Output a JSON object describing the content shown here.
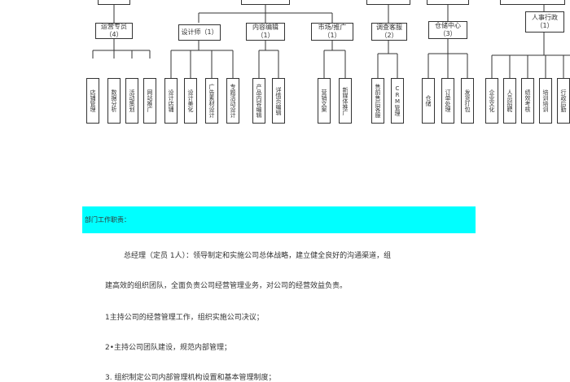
{
  "org": {
    "top_labels": [
      "",
      "",
      "",
      "",
      "",
      ""
    ],
    "mid": [
      {
        "name": "运营专员",
        "count": "（4）"
      },
      {
        "name": "设计师（1）",
        "count": ""
      },
      {
        "name": "内容编辑",
        "count": "（1）"
      },
      {
        "name": "市场/推广",
        "count": "（1）"
      },
      {
        "name": "调查客服",
        "count": "（2）"
      },
      {
        "name": "仓储中心",
        "count": "（3）"
      },
      {
        "name": "人事行政",
        "count": "（1）"
      }
    ],
    "leaves": [
      "店铺管理",
      "数据分析",
      "活动策划",
      "网站推广",
      "设计店铺",
      "设计美化",
      "广告素材设计",
      "专题活动设计",
      "产品内容编辑",
      "详情页编辑",
      "营销文案",
      "新媒体推广",
      "售前售后客服",
      "CRM管理",
      "仓储",
      "订单处理",
      "发货打包",
      "企业文化",
      "人员招聘",
      "绩效考核",
      "培训培训",
      "行政后勤"
    ]
  },
  "section": {
    "heading": "部门工作职责："
  },
  "text": {
    "p1": "总经理（定员 1人）：领导制定和实施公司总体战略，建立健全良好的沟通渠道，组",
    "p2": "建高效的组织团队，全面负责公司经营管理业务，对公司的经营效益负责。",
    "item1": "1主持公司的经营管理工作，组织实施公司决议；",
    "item2": "2•主持公司团队建设，规范内部管理；",
    "item3": "3.  组织制定公司内部管理机构设置和基本管理制度；"
  }
}
